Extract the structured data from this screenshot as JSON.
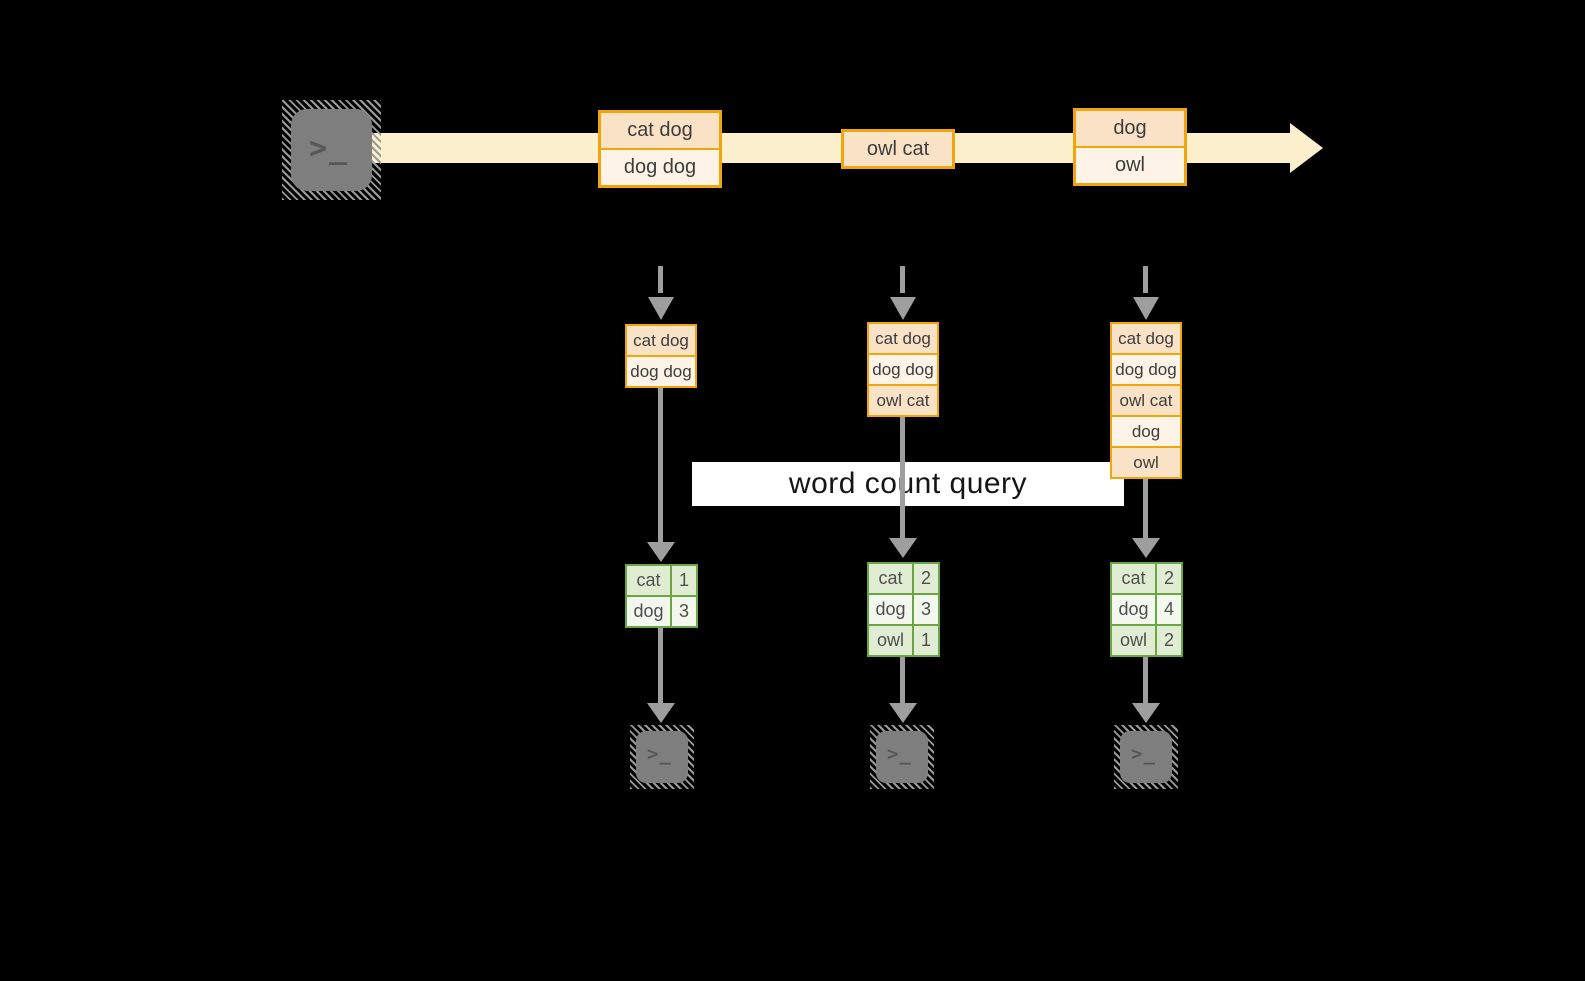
{
  "diagram_title": "word count query",
  "query_label": "word count query",
  "colors": {
    "background": "#000000",
    "stream_band": "#FBF0CB",
    "box_border_orange": "#F0A60B",
    "box_fill_peach": "#FAE2C6",
    "box_fill_cream": "#FDF3E6",
    "table_border_green": "#6CA644",
    "table_row_green": "#E1EDD2",
    "table_row_light": "#F3F8EE",
    "arrow_gray": "#9E9E9E",
    "terminal_gray": "#7E7E7E",
    "query_label_bg": "#FFFFFF"
  },
  "source_terminal": {
    "glyph": ">_"
  },
  "stream_events": [
    {
      "lines": [
        "cat dog",
        "dog dog"
      ]
    },
    {
      "lines": [
        "owl cat"
      ]
    },
    {
      "lines": [
        "dog",
        "owl"
      ]
    }
  ],
  "columns": [
    {
      "buffer": [
        "cat dog",
        "dog dog"
      ],
      "counts": [
        [
          "cat",
          "1"
        ],
        [
          "dog",
          "3"
        ]
      ],
      "sink_glyph": ">_"
    },
    {
      "buffer": [
        "cat dog",
        "dog dog",
        "owl cat"
      ],
      "counts": [
        [
          "cat",
          "2"
        ],
        [
          "dog",
          "3"
        ],
        [
          "owl",
          "1"
        ]
      ],
      "sink_glyph": ">_"
    },
    {
      "buffer": [
        "cat dog",
        "dog dog",
        "owl cat",
        "dog",
        "owl"
      ],
      "counts": [
        [
          "cat",
          "2"
        ],
        [
          "dog",
          "4"
        ],
        [
          "owl",
          "2"
        ]
      ],
      "sink_glyph": ">_"
    }
  ]
}
